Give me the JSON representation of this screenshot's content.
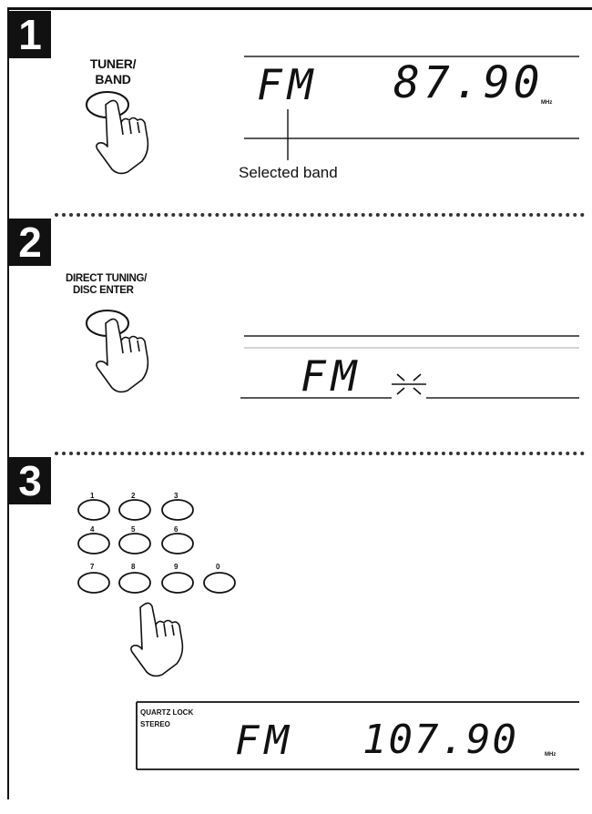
{
  "steps": [
    {
      "number": "1",
      "button_label_1": "TUNER/",
      "button_label_2": "BAND"
    },
    {
      "number": "2",
      "button_label_1": "DIRECT TUNING/",
      "button_label_2": "DISC ENTER"
    },
    {
      "number": "3"
    }
  ],
  "display1": {
    "band": "FM",
    "frequency": "87.90",
    "unit": "MHz",
    "callout": "Selected band"
  },
  "display2": {
    "band": "FM"
  },
  "keypad": [
    "1",
    "2",
    "3",
    "4",
    "5",
    "6",
    "7",
    "8",
    "9",
    "0"
  ],
  "display3": {
    "line1": "QUARTZ LOCK",
    "line2": "STEREO",
    "band": "FM",
    "frequency": "107.90",
    "unit": "MHz"
  }
}
